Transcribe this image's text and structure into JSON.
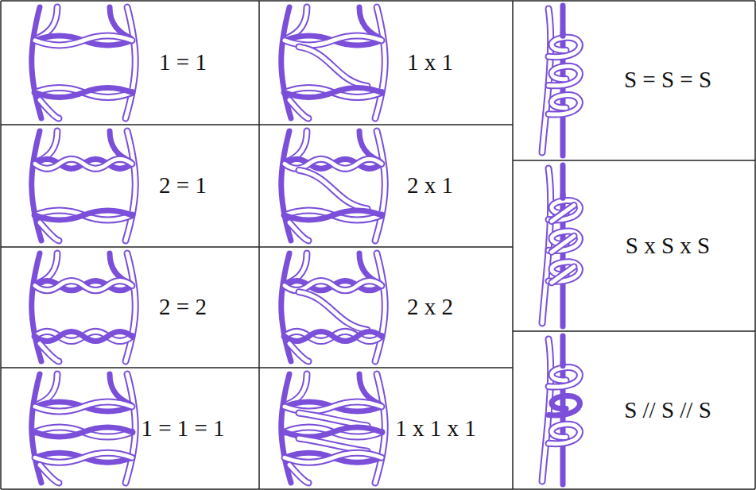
{
  "diagram": {
    "labels": [
      "1 = 1",
      "1 x 1",
      "S = S = S",
      "2 = 1",
      "2 x 1",
      "S x S x S",
      "2 = 2",
      "2 x 2",
      "S // S // S",
      "1 = 1 = 1",
      "1 x 1 x 1"
    ]
  }
}
